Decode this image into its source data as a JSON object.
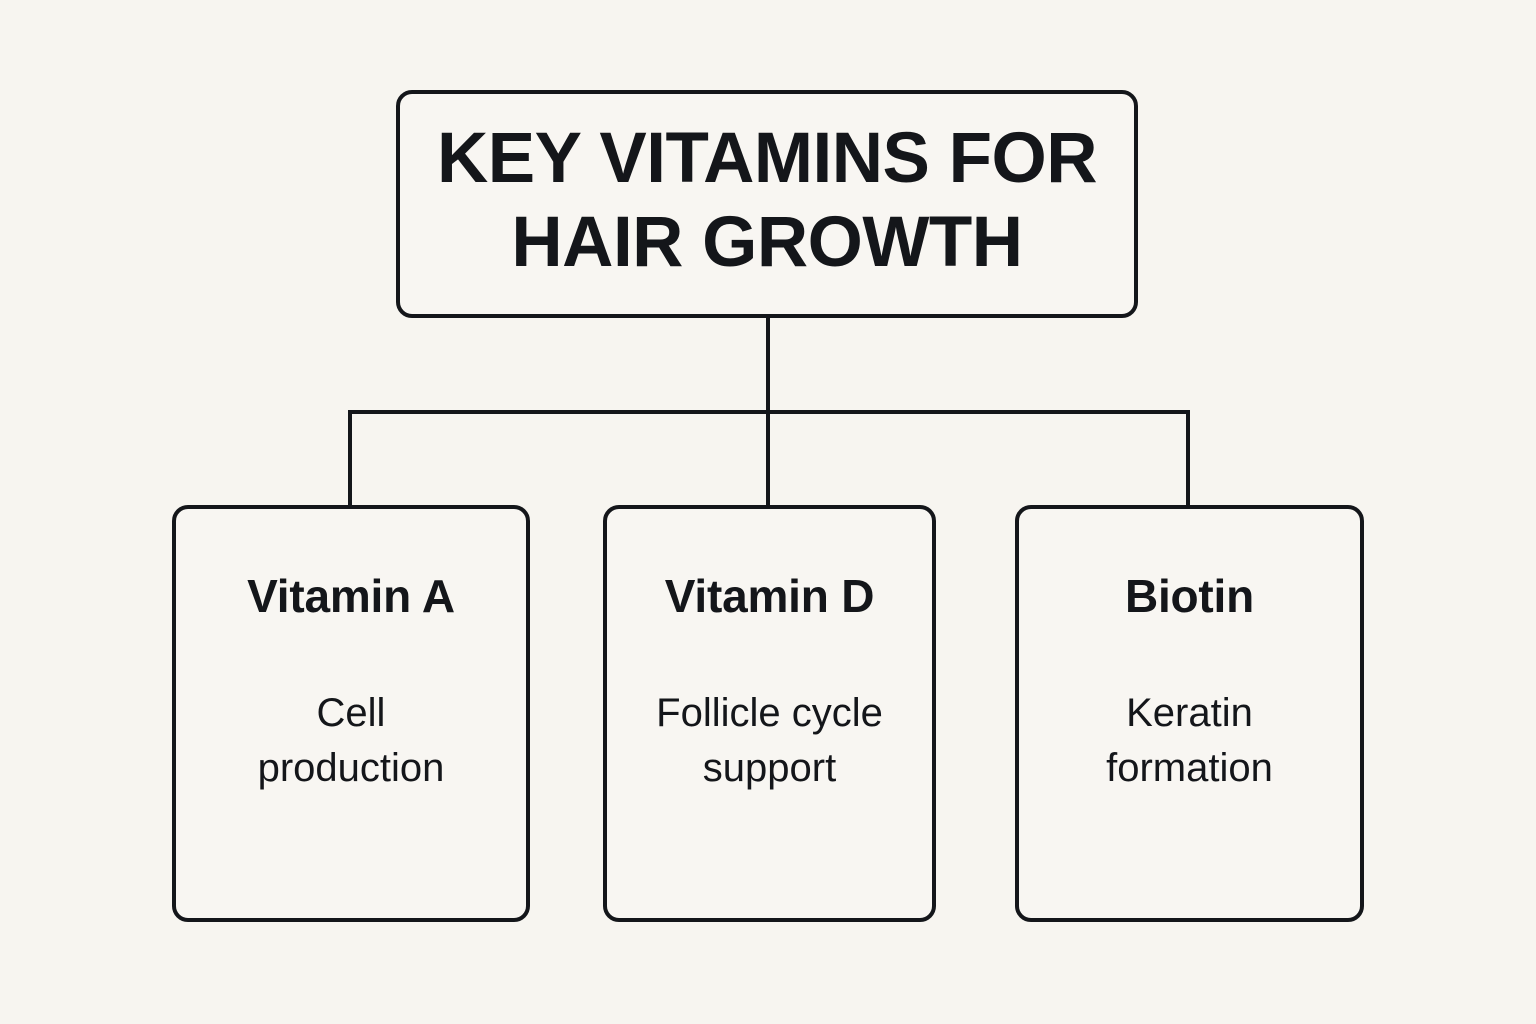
{
  "canvas": {
    "background_color": "#f7f5f0",
    "ink_color": "#14161a",
    "node_fill_color": "#f8f6f2"
  },
  "diagram": {
    "type": "hierarchy-tree",
    "root": {
      "title": "KEY VITAMINS FOR\nHAIR GROWTH"
    },
    "children": [
      {
        "title": "Vitamin A",
        "description": "Cell\nproduction"
      },
      {
        "title": "Vitamin D",
        "description": "Follicle cycle\nsupport"
      },
      {
        "title": "Biotin",
        "description": "Keratin\nformation"
      }
    ]
  }
}
